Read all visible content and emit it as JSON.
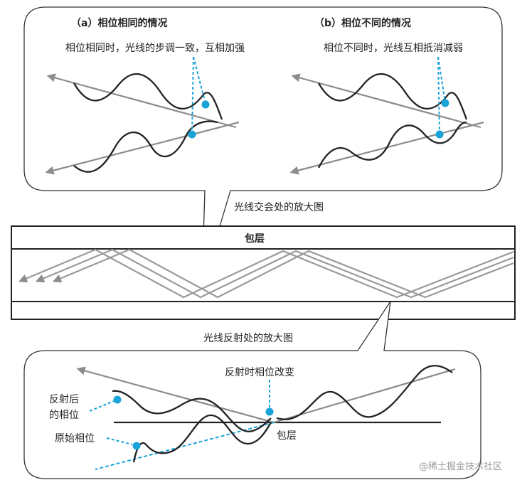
{
  "panel_a": {
    "title": "（a）相位相同的情况",
    "note": "相位相同时，光线的步调一致，互相加强"
  },
  "panel_b": {
    "title": "（b）相位不同的情况",
    "note": "相位不同时，光线互相抵消减弱"
  },
  "fiber": {
    "callout_top": "光线交会处的放大图",
    "cladding_label": "包层",
    "callout_bottom": "光线反射处的放大图"
  },
  "reflection": {
    "phase_change_label": "反射时相位改变",
    "reflected_phase_line1": "反射后",
    "reflected_phase_line2": "的相位",
    "original_phase_label": "原始相位",
    "cladding_label": "包层"
  },
  "watermark": "@稀土掘金技术社区",
  "colors": {
    "wave": "#222222",
    "ray": "#8c8c8c",
    "accent": "#1aa3d9",
    "frame": "#333333"
  }
}
